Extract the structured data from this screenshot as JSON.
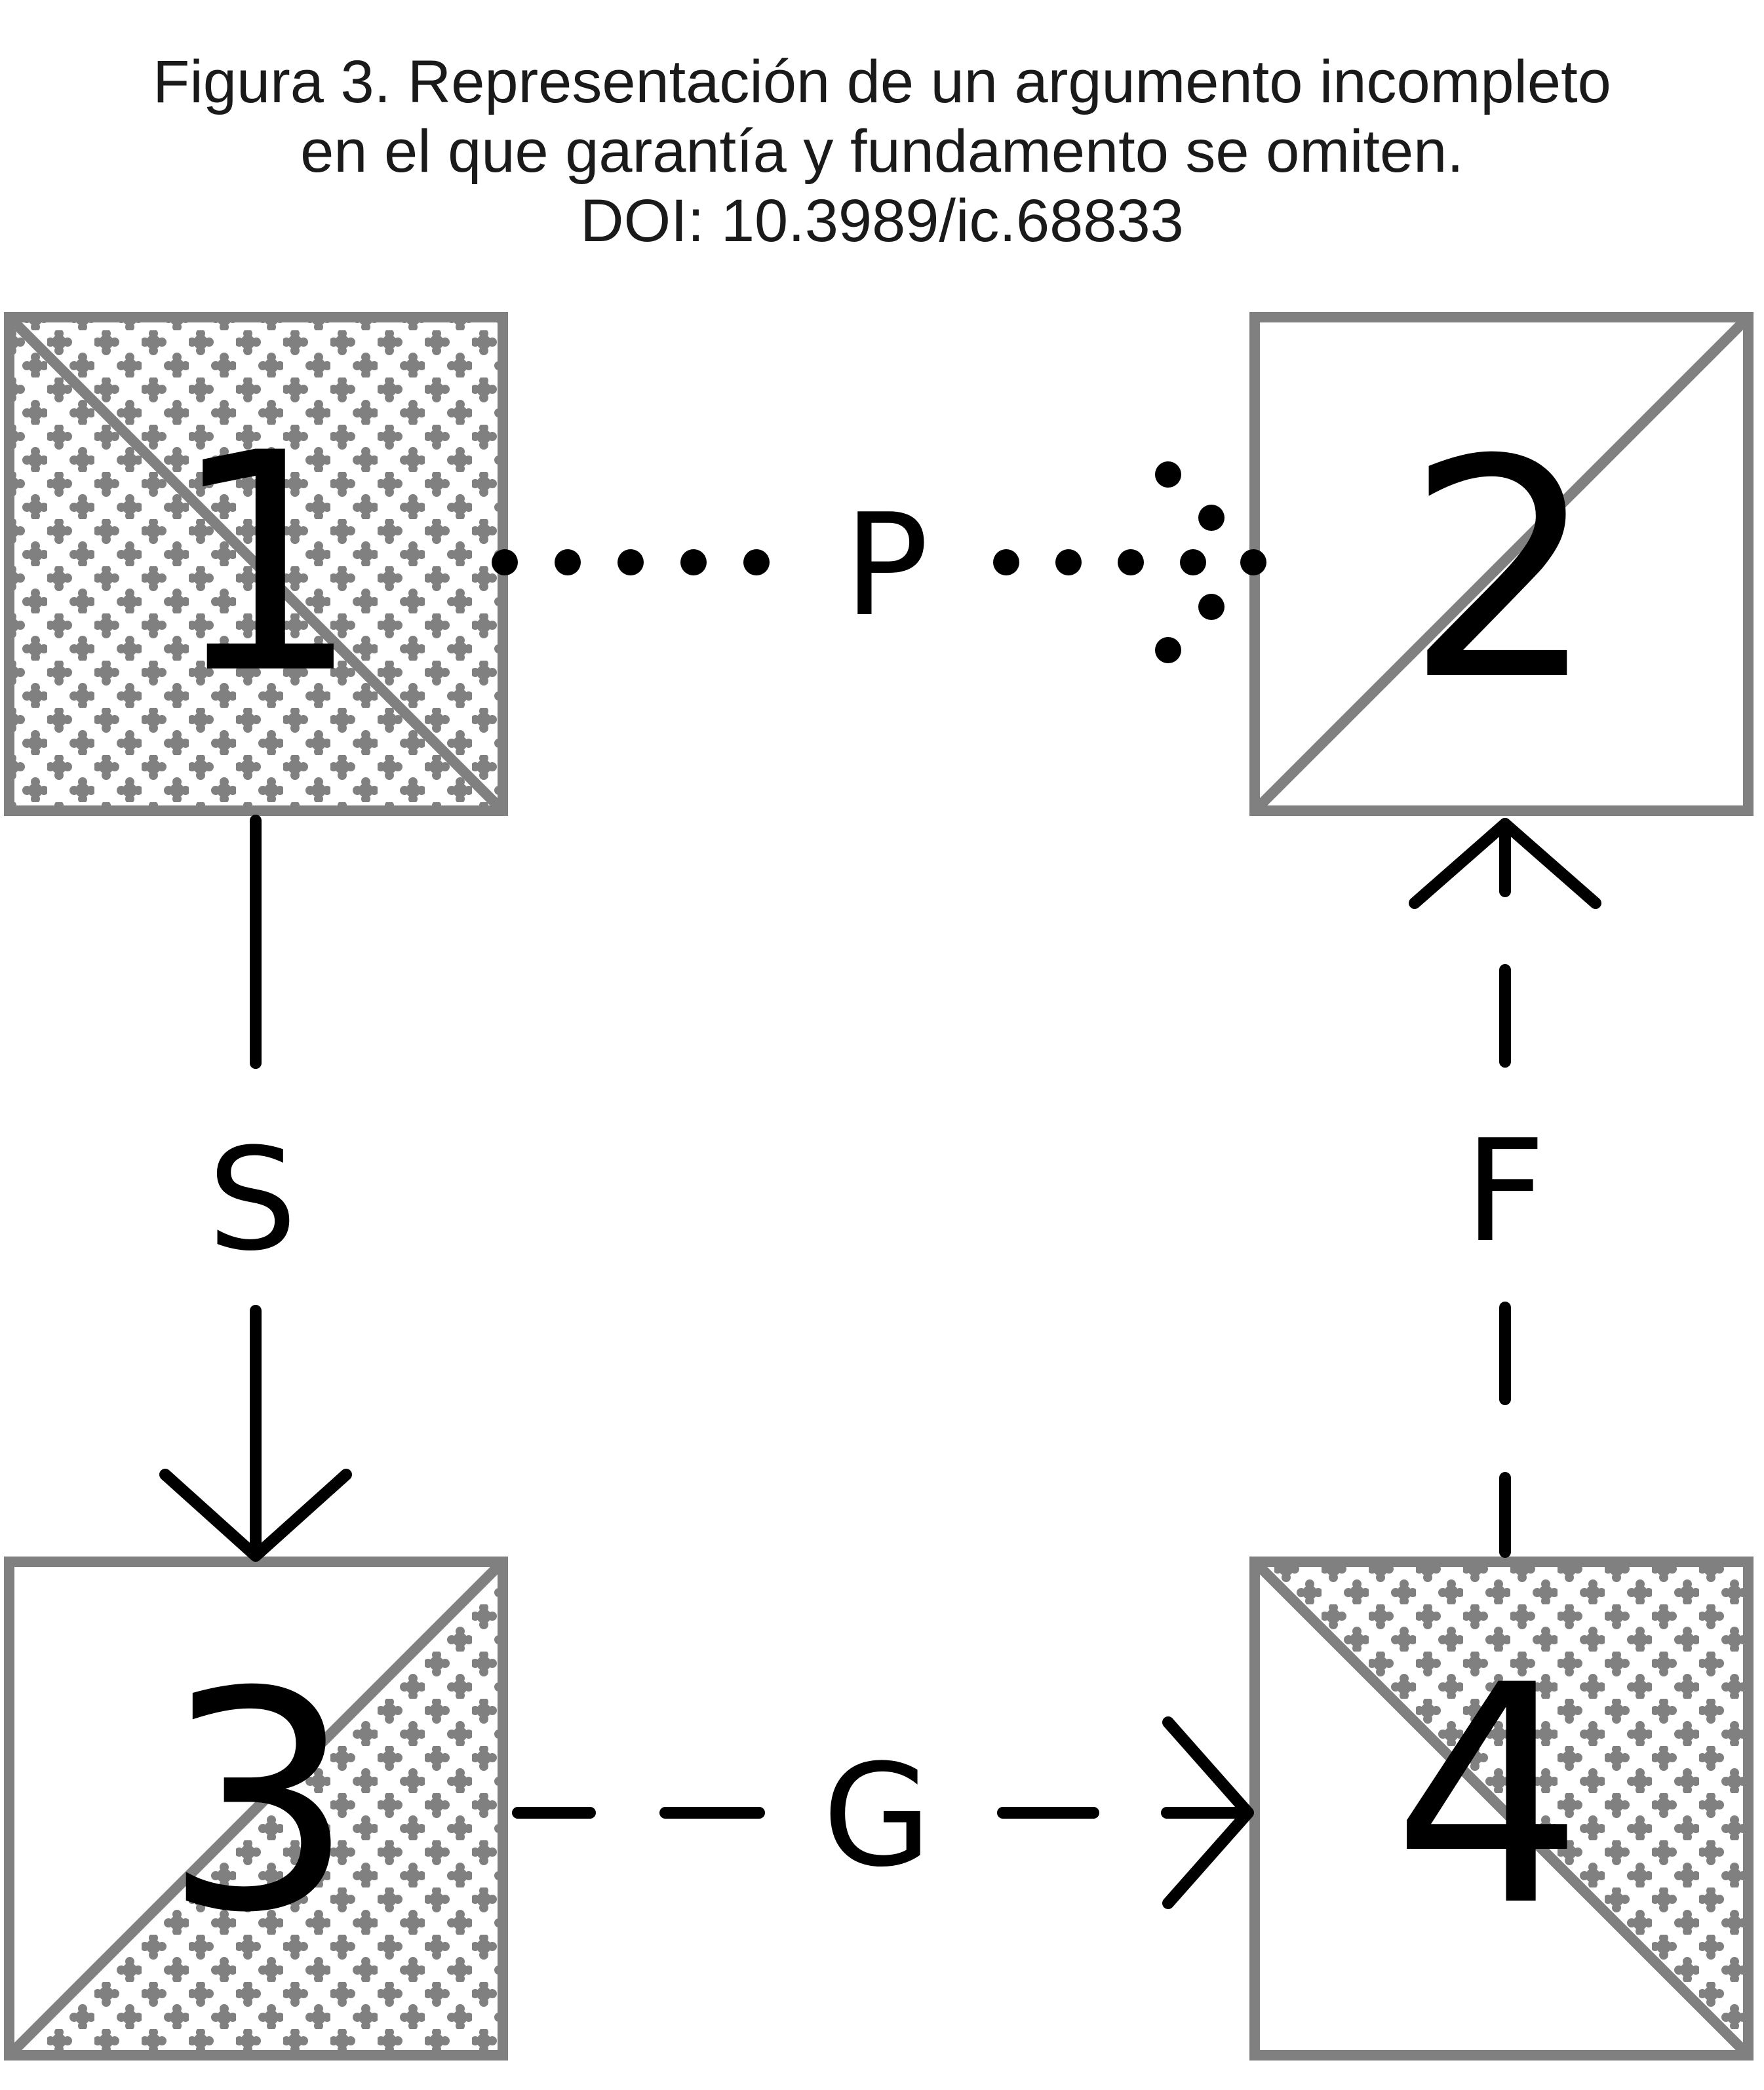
{
  "caption": {
    "line1": "Figura 3. Representación de un argumento incompleto",
    "line2": "en el que garantía y fundamento se omiten.",
    "line3": "DOI: 10.3989/ic.68833"
  },
  "colors": {
    "box_border": "#808080",
    "pattern_dot": "#808080",
    "ink": "#000000"
  },
  "nodes": [
    {
      "id": "1",
      "label": "1",
      "pattern": "upper-right-and-lower-left patterned, split by descending diagonal"
    },
    {
      "id": "2",
      "label": "2",
      "pattern": "plain, split by ascending diagonal"
    },
    {
      "id": "3",
      "label": "3",
      "pattern": "lower-right patterned, split by ascending diagonal"
    },
    {
      "id": "4",
      "label": "4",
      "pattern": "upper-right patterned, split by descending diagonal"
    }
  ],
  "edges": [
    {
      "from": "1",
      "to": "2",
      "label": "P",
      "line_style": "dotted",
      "direction": "right"
    },
    {
      "from": "1",
      "to": "3",
      "label": "S",
      "line_style": "solid",
      "direction": "down"
    },
    {
      "from": "3",
      "to": "4",
      "label": "G",
      "line_style": "dashed",
      "direction": "right"
    },
    {
      "from": "4",
      "to": "2",
      "label": "F",
      "line_style": "dashed",
      "direction": "up"
    }
  ]
}
